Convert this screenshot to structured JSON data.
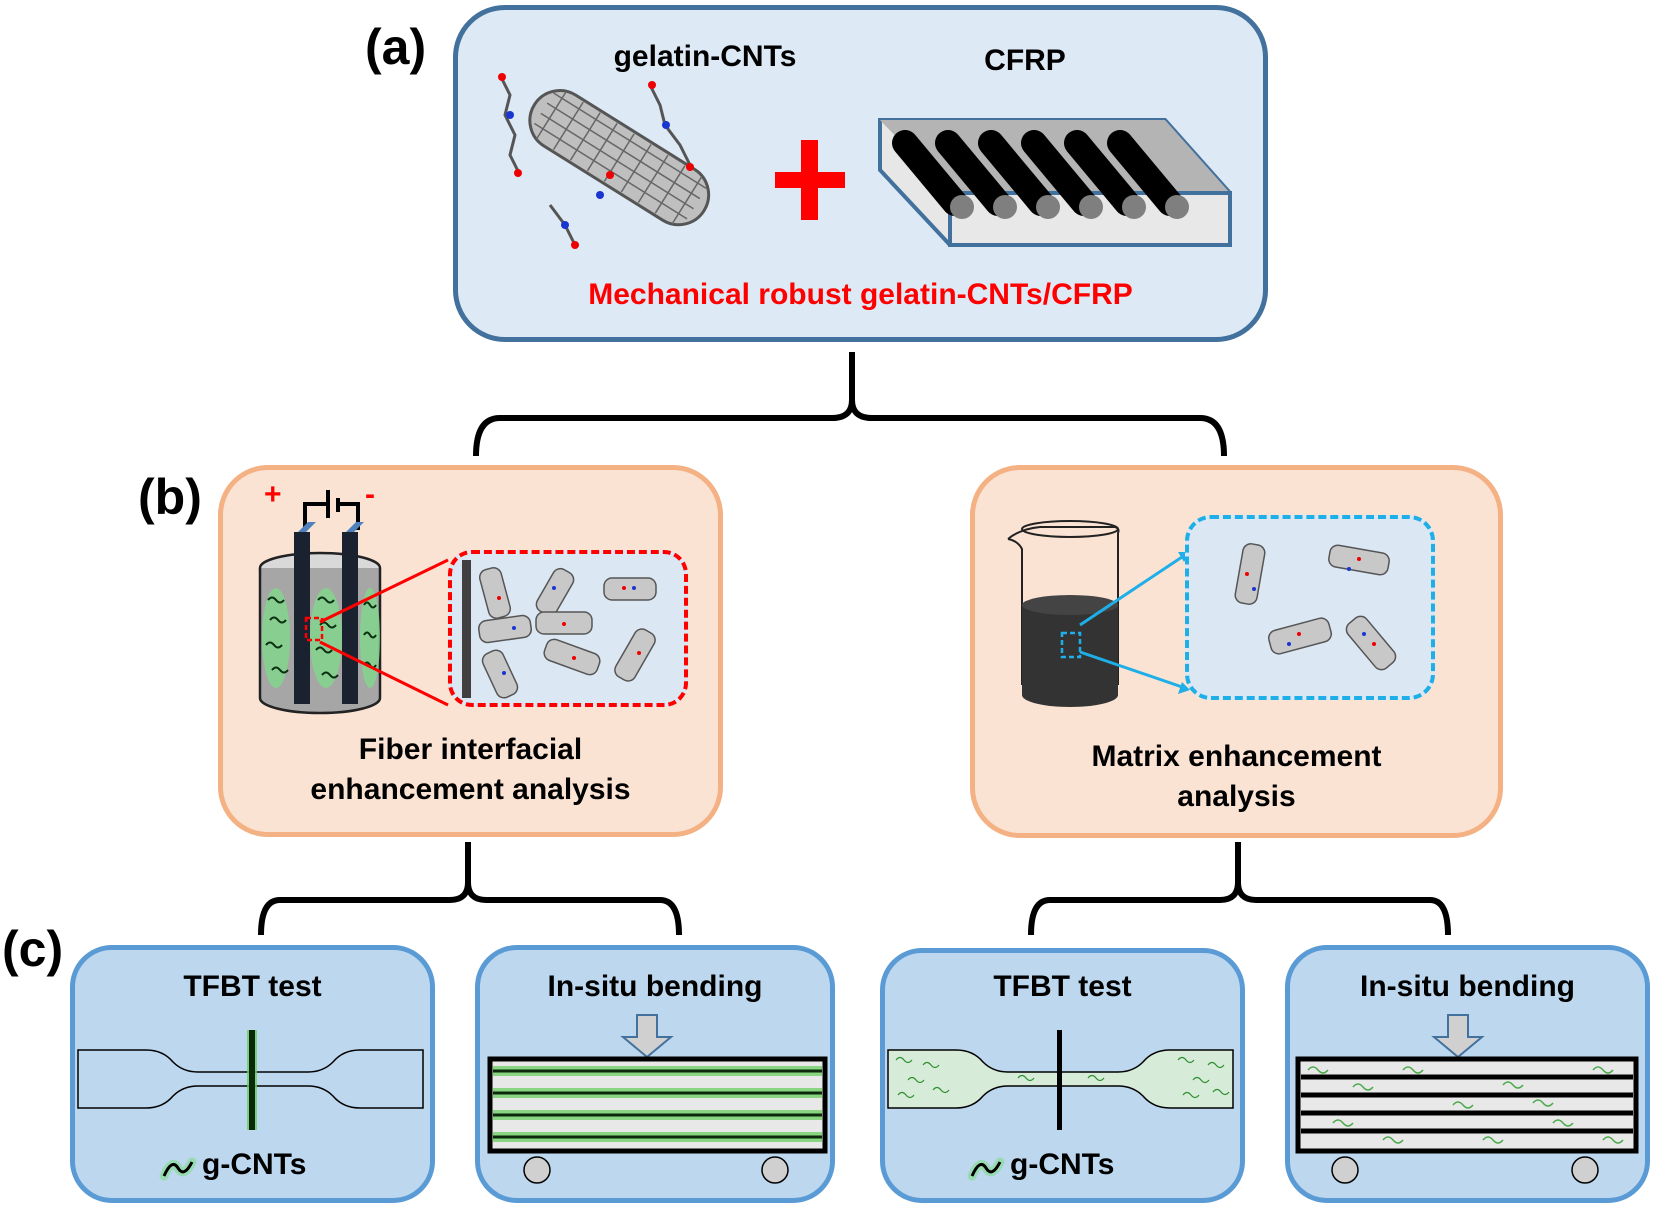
{
  "figure": {
    "panels": {
      "a": {
        "label": "(a)",
        "left_title": "gelatin-CNTs",
        "right_title": "CFRP",
        "plus_symbol": "+",
        "caption": "Mechanical robust gelatin-CNTs/CFRP",
        "caption_color": "#ff0000",
        "box_fill": "#dde9f5",
        "box_border": "#41719c"
      },
      "b": {
        "label": "(b)",
        "left": {
          "title_line1": "Fiber interfacial",
          "title_line2": "enhancement analysis",
          "electrode_plus": "+",
          "electrode_minus": "-",
          "zoom_border_color": "#ff0000"
        },
        "right": {
          "title_line1": "Matrix enhancement",
          "title_line2": "analysis",
          "zoom_border_color": "#1eaee8"
        },
        "box_fill": "#fbe3d4",
        "box_border": "#f4b183"
      },
      "c": {
        "label": "(c)",
        "boxes": [
          {
            "title": "TFBT test",
            "legend": "g-CNTs"
          },
          {
            "title": "In-situ bending"
          },
          {
            "title": "TFBT test",
            "legend": "g-CNTs"
          },
          {
            "title": "In-situ bending"
          }
        ],
        "box_fill": "#bdd7ee",
        "box_border": "#5b9bd5"
      }
    }
  }
}
